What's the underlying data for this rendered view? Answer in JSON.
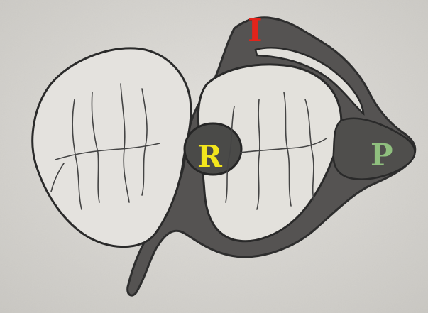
{
  "labels": {
    "i": {
      "text": "I",
      "color": "#e2241b"
    },
    "r": {
      "text": "R",
      "color": "#f2e51c"
    },
    "p": {
      "text": "P",
      "color": "#8fbf7e"
    }
  },
  "colors": {
    "paper": "#dcdad6",
    "pencil_fill": "#4c4c4c",
    "pencil_line": "#2e2e2e",
    "tooth_fill": "#e7e5e1"
  }
}
